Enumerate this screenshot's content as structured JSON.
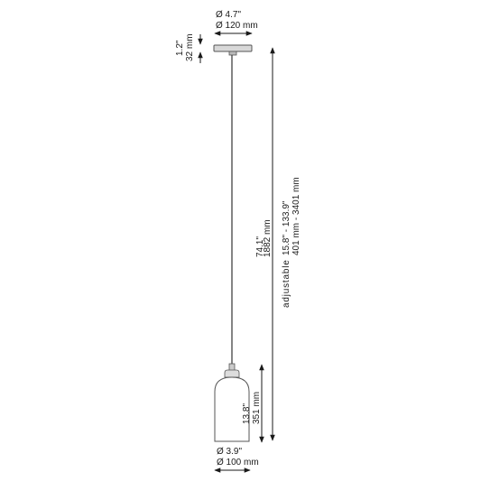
{
  "canopy": {
    "diameter_in": "Ø 4.7\"",
    "diameter_mm": "Ø 120 mm",
    "height_in": "1.2\"",
    "height_mm": "32 mm"
  },
  "cable": {
    "length_in": "74.1\"",
    "length_mm": "1882 mm"
  },
  "overall": {
    "adjustable_label": "adjustable",
    "range_in": "15.8\" - 133.9\"",
    "range_mm": "401 mm - 3401 mm"
  },
  "shade": {
    "height_in": "13.8\"",
    "height_mm": "351 mm",
    "diameter_in": "Ø 3.9\"",
    "diameter_mm": "Ø 100 mm"
  },
  "colors": {
    "line": "#1a1a1a",
    "fixture_stroke": "#555555",
    "canopy_fill": "#d8d8d8"
  }
}
